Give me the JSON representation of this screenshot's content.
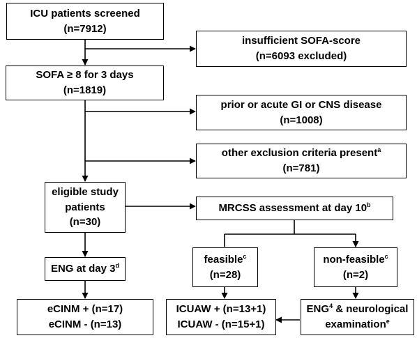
{
  "flowchart": {
    "screened": {
      "line1": "ICU patients screened",
      "line2": "(n=7912)"
    },
    "excl_sofa": {
      "line1": "insufficient SOFA-score",
      "line2": "(n=6093 excluded)"
    },
    "sofa8": {
      "line1": "SOFA ≥ 8 for 3 days",
      "line2": "(n=1819)"
    },
    "excl_gi": {
      "line1": "prior or acute GI or CNS disease",
      "line2": "(n=1008)"
    },
    "excl_other": {
      "line1": "other exclusion criteria present",
      "sup1": "a",
      "line2": "(n=781)"
    },
    "eligible": {
      "line1": "eligible study",
      "line2": "patients",
      "line3": "(n=30)"
    },
    "mrcss": {
      "line1": "MRCSS assessment at day 10",
      "sup1": "b"
    },
    "eng3": {
      "line1": "ENG at day 3",
      "sup1": "d"
    },
    "feasible": {
      "line1": "feasible",
      "sup1": "c",
      "line2": "(n=28)"
    },
    "nonfeasible": {
      "line1": "non-feasible",
      "sup1": "c",
      "line2": "(n=2)"
    },
    "ecinm": {
      "line1": "eCINM + (n=17)",
      "line2": "eCINM - (n=13)"
    },
    "icuaw": {
      "line1": "ICUAW + (n=13+1)",
      "line2": "ICUAW - (n=15+1)"
    },
    "eng4": {
      "line1a": "ENG",
      "sup1": "4",
      "line1b": " & neurological",
      "line2": "examination",
      "sup2": "e"
    }
  }
}
